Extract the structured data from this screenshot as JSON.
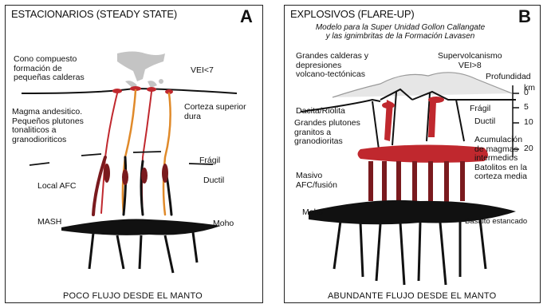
{
  "panel_a": {
    "title": "ESTACIONARIOS (STEADY STATE)",
    "letter": "A",
    "labels": {
      "cone": "Cono compuesto\nformación de\npequeñas calderas",
      "vei": "VEI<7",
      "magma": "Magma andesitico.\nPequeños plutones\ntonaliticos a\ngranodioriticos",
      "corteza": "Corteza superior\ndura",
      "fragil": "Frágil",
      "ductil": "Ductil",
      "afc": "Local AFC",
      "mash": "MASH",
      "moho": "Moho"
    },
    "footer": "POCO FLUJO DESDE EL MANTO"
  },
  "panel_b": {
    "title": "EXPLOSIVOS (FLARE-UP)",
    "letter": "B",
    "subtitle": "Modelo para la Super Unidad Gollon Callangate\ny las ignimbritas de la Formación Lavasen",
    "labels": {
      "calderas": "Grandes calderas y\ndepresiones\nvolcano-tectónicas",
      "supervolc": "Supervolcanismo\nVEI>8",
      "profundidad": "Profundidad",
      "km": "km",
      "dacita": "Dacita/Riolita",
      "fragil": "Frágil",
      "ductil": "Ductil",
      "plutones": "Grandes plutones\ngranitos a\ngranodioritas",
      "acumulacion": "Acumulación\nde magmas\nintermedios\nBatolitos en la\ncorteza media",
      "masivo": "Masivo\nAFC/fusión",
      "moho": "Moho",
      "basalto": "Basalto estancado"
    },
    "depth_ticks": [
      "0",
      "5",
      "10",
      "20"
    ],
    "footer": "ABUNDANTE FLUJO DESDE EL MANTO"
  },
  "colors": {
    "magma_red": "#c0282e",
    "dark_red": "#7a1a1e",
    "orange": "#e08a2a",
    "ash_gray": "#c4c4c4",
    "basalt": "#111111"
  }
}
